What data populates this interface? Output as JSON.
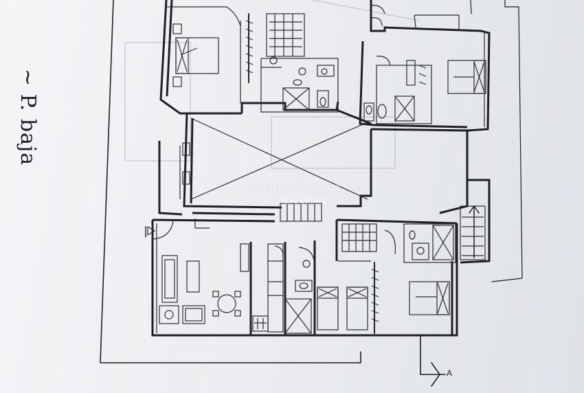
{
  "plan": {
    "floor_label": "~ P. baja",
    "section_mark": "A"
  },
  "watermark": {
    "brand": "Global Spain",
    "subtitle": "REAL ESTATE"
  }
}
